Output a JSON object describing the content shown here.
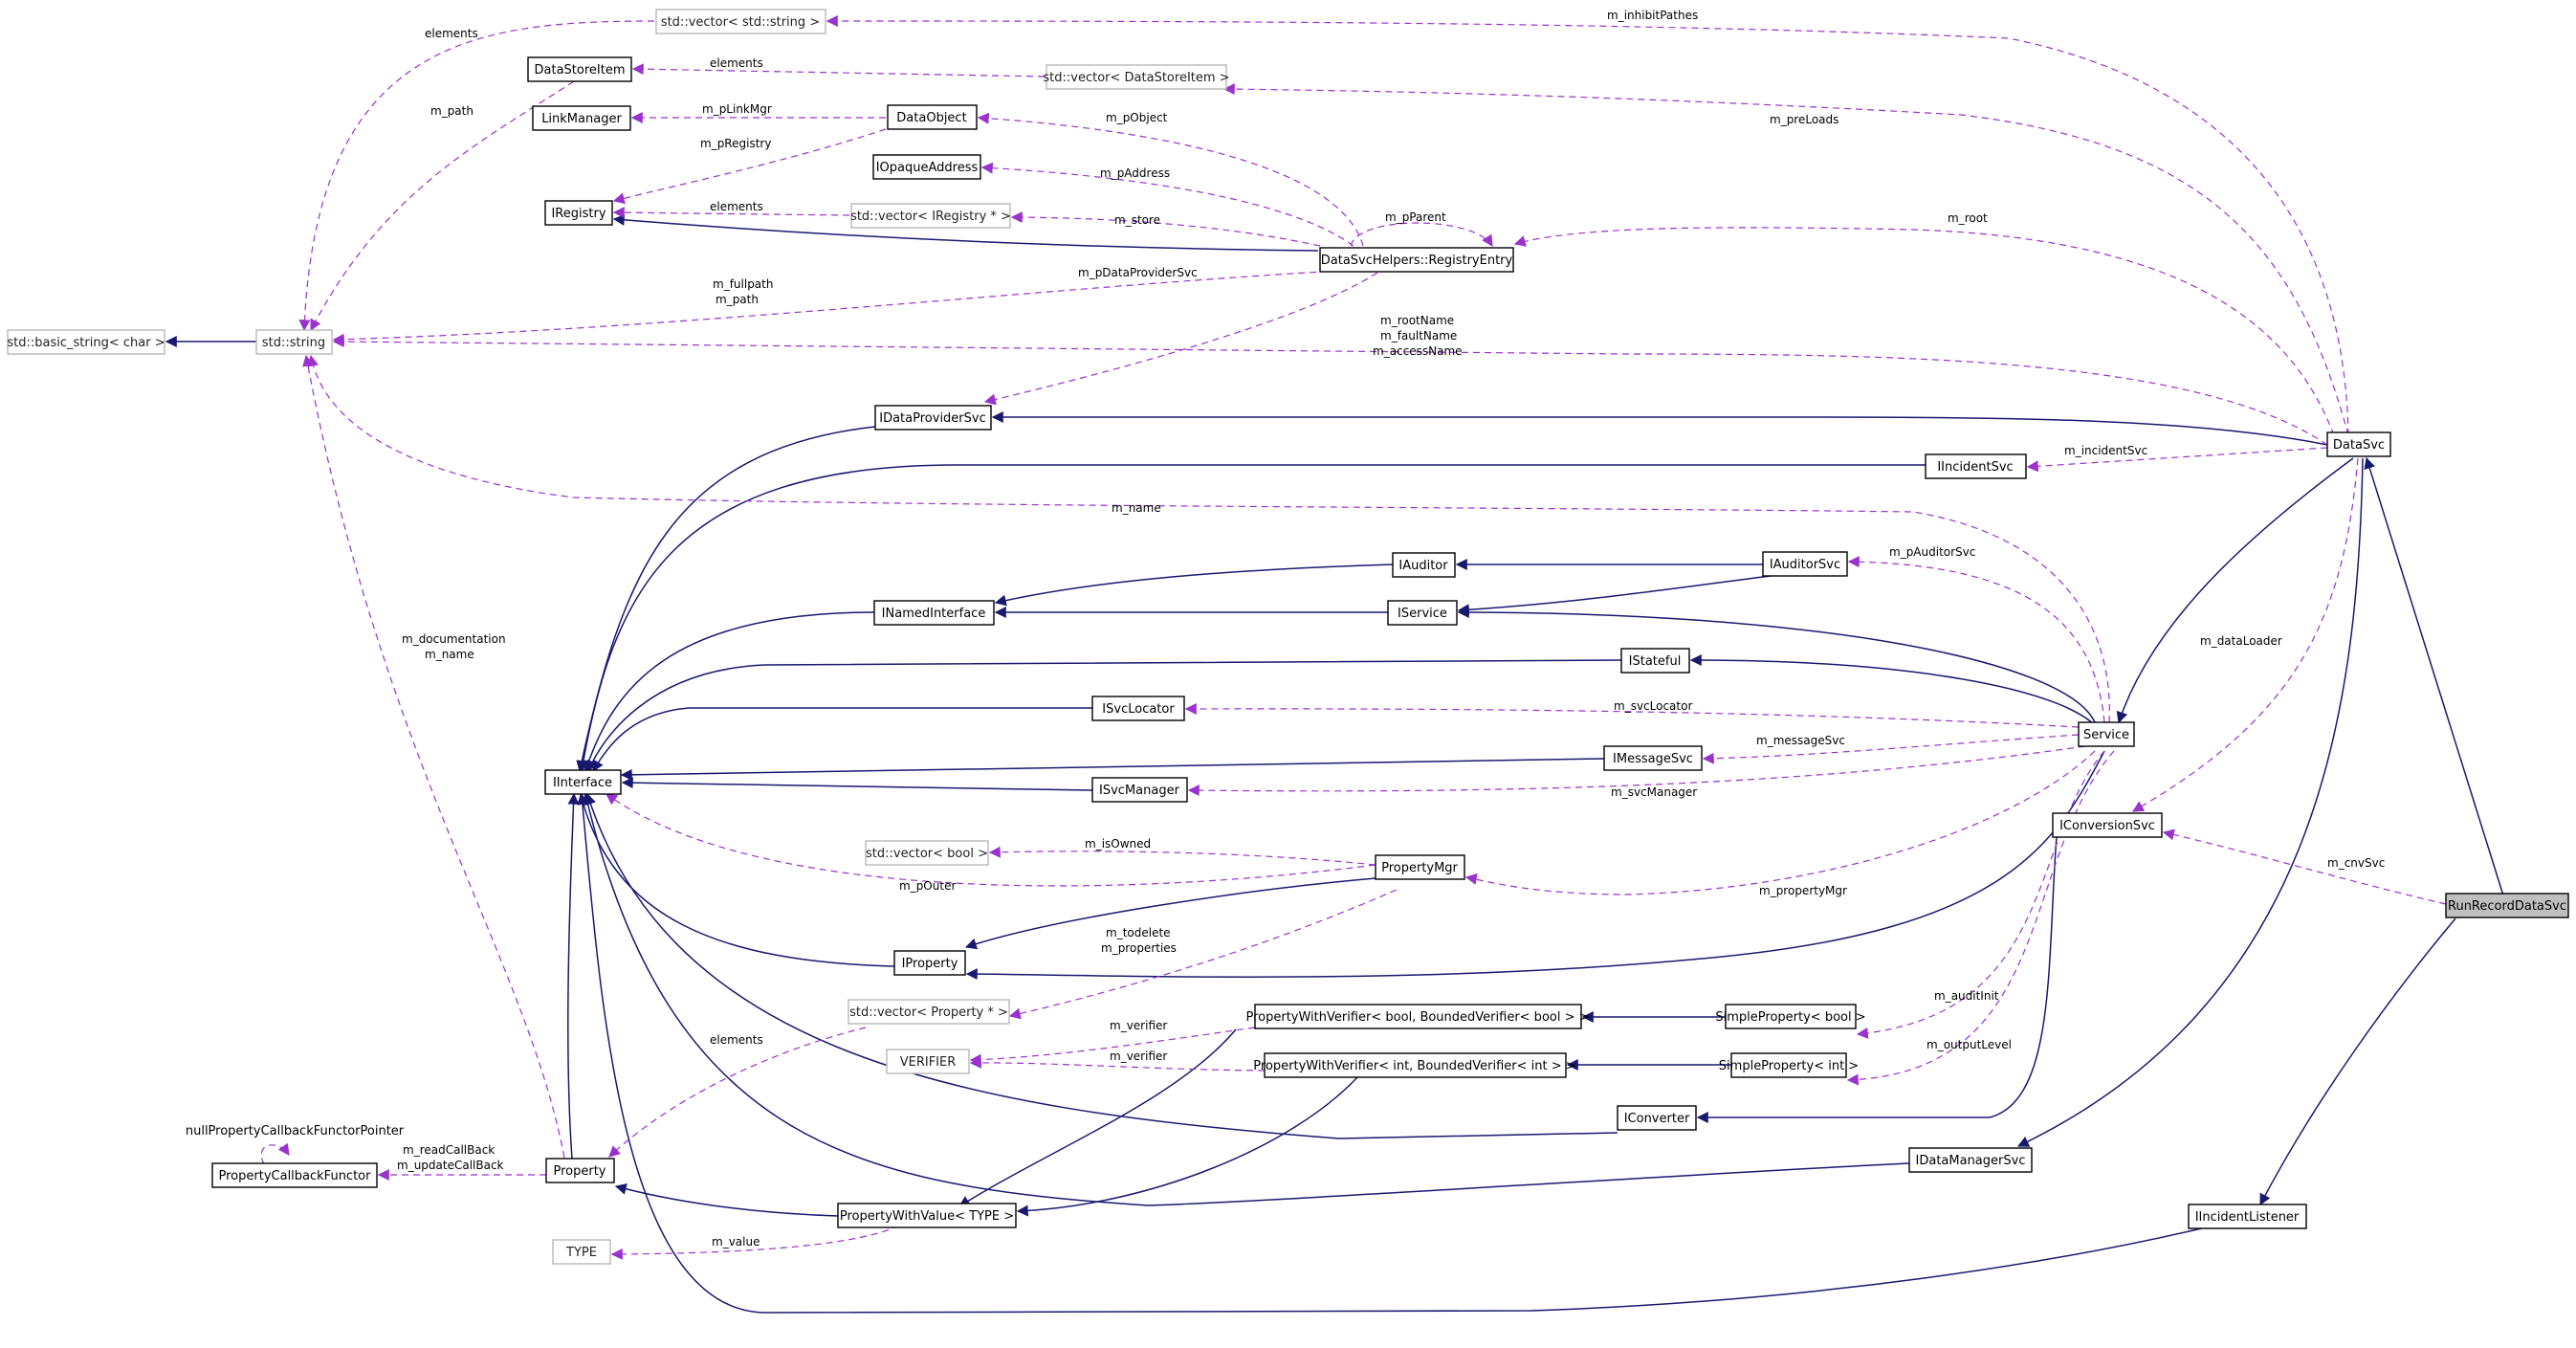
{
  "nodes": {
    "std_vector_std_string": {
      "label": "std::vector< std::string >",
      "external": true
    },
    "DataStoreItem": {
      "label": "DataStoreItem"
    },
    "std_vector_DataStoreItem": {
      "label": "std::vector< DataStoreItem >",
      "external": true
    },
    "LinkManager": {
      "label": "LinkManager"
    },
    "DataObject": {
      "label": "DataObject"
    },
    "IOpaqueAddress": {
      "label": "IOpaqueAddress"
    },
    "IRegistry": {
      "label": "IRegistry"
    },
    "std_vector_IRegistry": {
      "label": "std::vector< IRegistry * >",
      "external": true
    },
    "RegistryEntry": {
      "label": "DataSvcHelpers::RegistryEntry"
    },
    "std_basic_string": {
      "label": "std::basic_string< char >",
      "external": true
    },
    "std_string": {
      "label": "std::string",
      "external": true
    },
    "IDataProviderSvc": {
      "label": "IDataProviderSvc"
    },
    "DataSvc": {
      "label": "DataSvc"
    },
    "IIncidentSvc": {
      "label": "IIncidentSvc"
    },
    "IAuditor": {
      "label": "IAuditor"
    },
    "IAuditorSvc": {
      "label": "IAuditorSvc"
    },
    "INamedInterface": {
      "label": "INamedInterface"
    },
    "IService": {
      "label": "IService"
    },
    "IStateful": {
      "label": "IStateful"
    },
    "ISvcLocator": {
      "label": "ISvcLocator"
    },
    "Service": {
      "label": "Service"
    },
    "IInterface": {
      "label": "IInterface"
    },
    "IMessageSvc": {
      "label": "IMessageSvc"
    },
    "ISvcManager": {
      "label": "ISvcManager"
    },
    "IConversionSvc": {
      "label": "IConversionSvc"
    },
    "std_vector_bool": {
      "label": "std::vector< bool >",
      "external": true
    },
    "PropertyMgr": {
      "label": "PropertyMgr"
    },
    "RunRecordDataSvc": {
      "label": "RunRecordDataSvc",
      "focus": true
    },
    "IProperty": {
      "label": "IProperty"
    },
    "std_vector_Property": {
      "label": "std::vector< Property * >",
      "external": true
    },
    "PWV_bool": {
      "label": "PropertyWithVerifier< bool, BoundedVerifier< bool > >"
    },
    "SimpleProperty_bool": {
      "label": "SimpleProperty< bool >"
    },
    "VERIFIER": {
      "label": "VERIFIER",
      "external": true
    },
    "PWV_int": {
      "label": "PropertyWithVerifier< int, BoundedVerifier< int > >"
    },
    "SimpleProperty_int": {
      "label": "SimpleProperty< int >"
    },
    "IConverter": {
      "label": "IConverter"
    },
    "nullPropertyCallbackFunctorPointer": {
      "label": "nullPropertyCallbackFunctorPointer",
      "plain": true
    },
    "PropertyCallbackFunctor": {
      "label": "PropertyCallbackFunctor"
    },
    "Property": {
      "label": "Property"
    },
    "IDataManagerSvc": {
      "label": "IDataManagerSvc"
    },
    "PropertyWithValue": {
      "label": "PropertyWithValue< TYPE >"
    },
    "IIncidentListener": {
      "label": "IIncidentListener"
    },
    "TYPE": {
      "label": "TYPE",
      "external": true
    }
  },
  "edge_labels": {
    "elements_strvec": "elements",
    "m_inhibitPathes": "m_inhibitPathes",
    "elements_dsi": "elements",
    "m_path_dsi": "m_path",
    "m_pLinkMgr": "m_pLinkMgr",
    "m_pObject": "m_pObject",
    "m_preLoads": "m_preLoads",
    "m_pRegistry": "m_pRegistry",
    "m_pAddress": "m_pAddress",
    "elements_ireg": "elements",
    "m_store": "m_store",
    "m_pParent": "m_pParent",
    "m_root": "m_root",
    "m_fullpath": "m_fullpath",
    "m_path": "m_path",
    "m_pDataProviderSvc": "m_pDataProviderSvc",
    "m_rootName": "m_rootName",
    "m_faultName": "m_faultName",
    "m_accessName": "m_accessName",
    "m_incidentSvc": "m_incidentSvc",
    "m_name": "m_name",
    "m_pAuditorSvc": "m_pAuditorSvc",
    "m_documentation": "m_documentation",
    "m_name_doc": "m_name",
    "m_dataLoader": "m_dataLoader",
    "m_svcLocator": "m_svcLocator",
    "m_messageSvc": "m_messageSvc",
    "m_svcManager": "m_svcManager",
    "m_isOwned": "m_isOwned",
    "m_pOuter": "m_pOuter",
    "m_cnvSvc": "m_cnvSvc",
    "m_propertyMgr": "m_propertyMgr",
    "m_todelete": "m_todelete",
    "m_properties": "m_properties",
    "m_auditInit": "m_auditInit",
    "elements_prop": "elements",
    "m_verifier_bool": "m_verifier",
    "m_verifier_int": "m_verifier",
    "m_outputLevel": "m_outputLevel",
    "m_readCallBack": "m_readCallBack",
    "m_updateCallBack": "m_updateCallBack",
    "m_value": "m_value"
  }
}
